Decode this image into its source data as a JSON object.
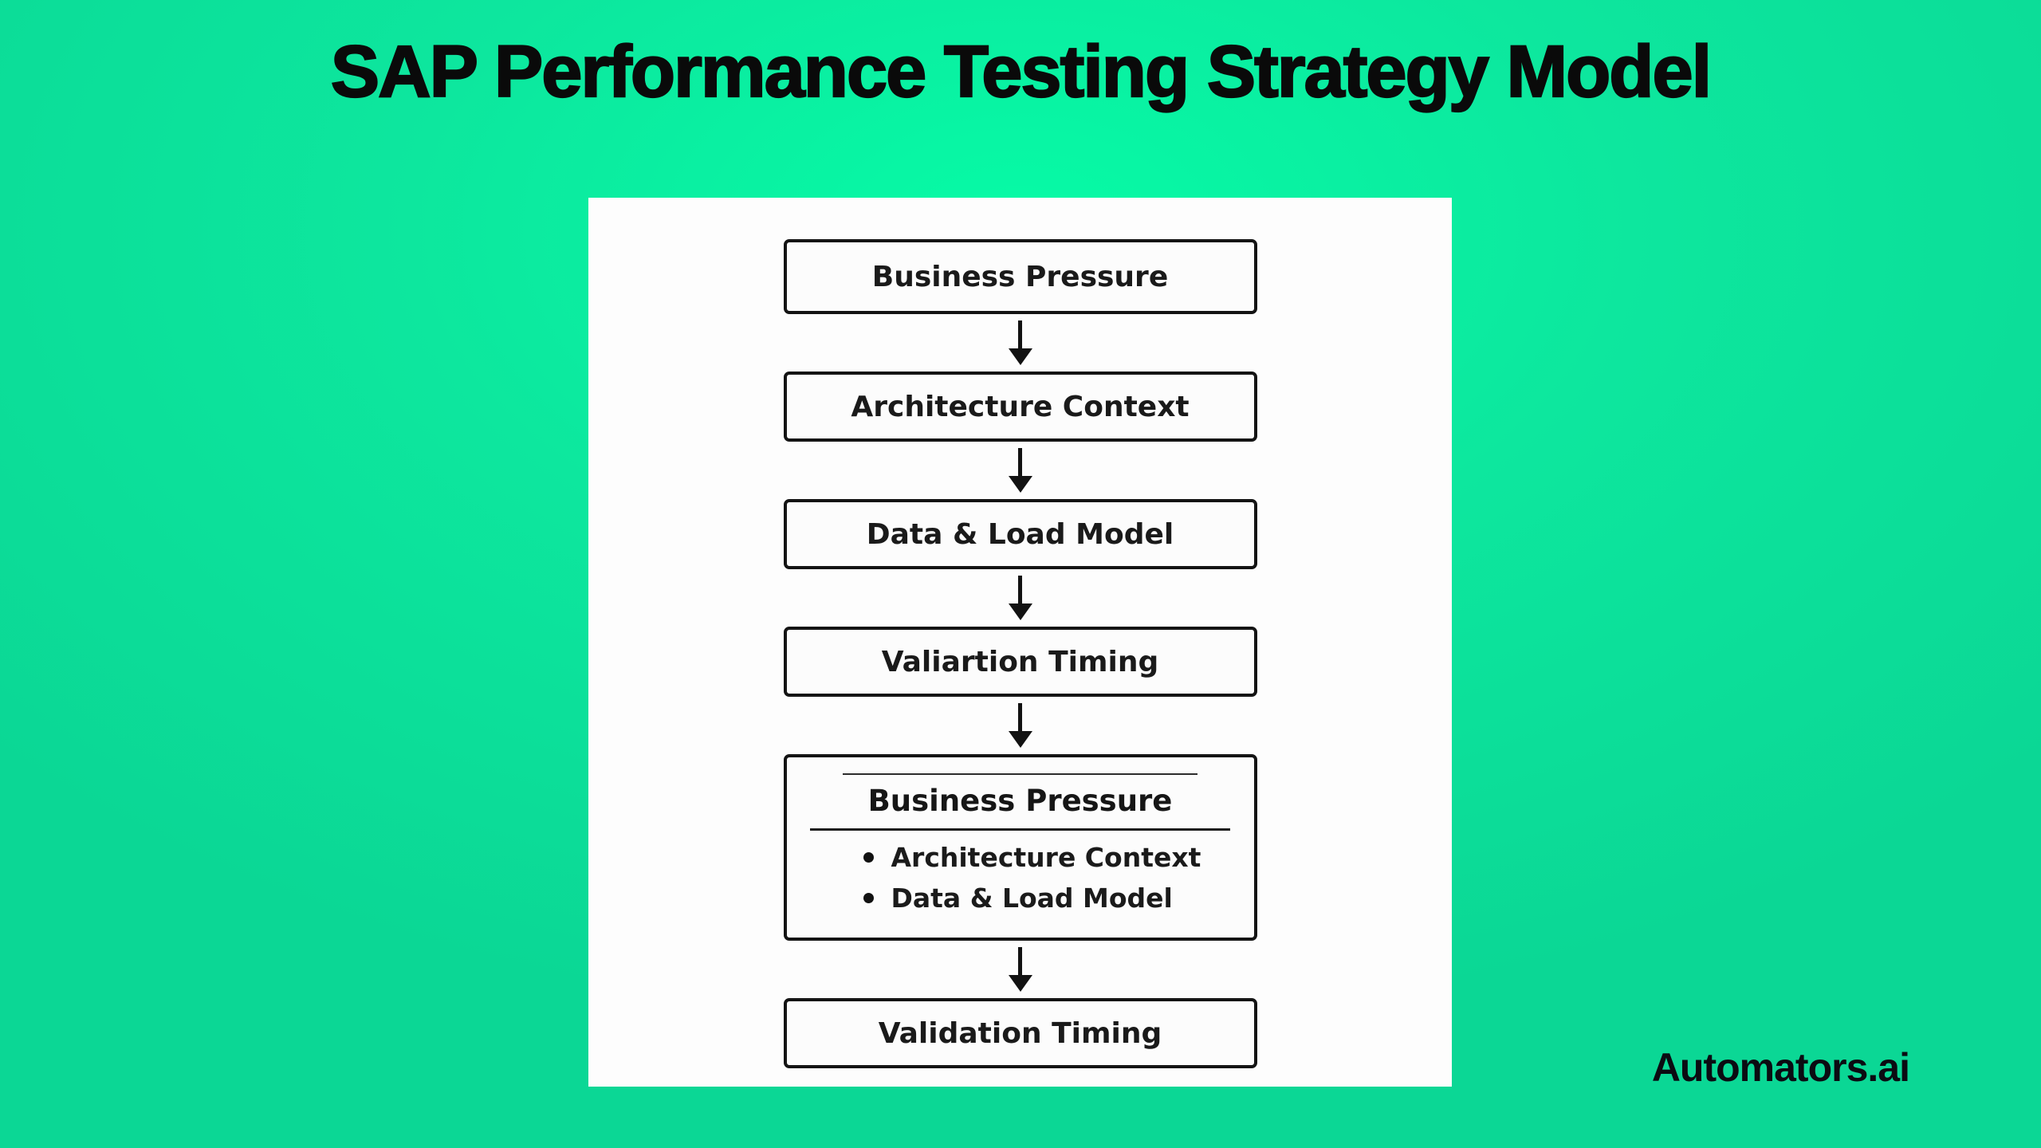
{
  "page": {
    "title": "SAP Performance Testing Strategy Model"
  },
  "brand": {
    "label": "Automators.ai"
  },
  "colors": {
    "background_green_bright": "#06fba6",
    "background_green_edge": "#0bd795",
    "panel_white": "#fdfdfd",
    "box_border_black": "#141414",
    "text_black": "#1a1a1a"
  },
  "flow": {
    "boxes": [
      {
        "label": "Business Pressure"
      },
      {
        "label": "Architecture Context"
      },
      {
        "label": "Data & Load Model"
      },
      {
        "label": "Valiartion Timing"
      },
      {
        "heading": "Business Pressure",
        "bullets": [
          "Architecture Context",
          "Data & Load Model"
        ]
      },
      {
        "label": "Validation Timing"
      }
    ]
  }
}
